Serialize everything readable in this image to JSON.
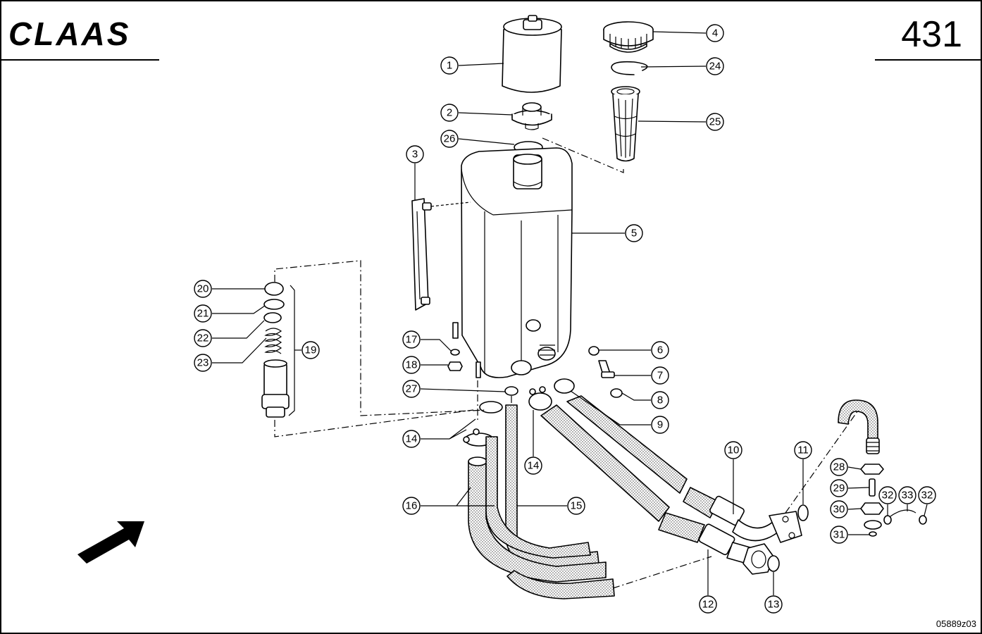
{
  "header": {
    "brand": "CLAAS",
    "page_number": "431"
  },
  "footer": {
    "drawing_ref": "05889z03"
  },
  "callouts": [
    "1",
    "2",
    "3",
    "4",
    "5",
    "6",
    "7",
    "8",
    "9",
    "10",
    "11",
    "12",
    "13",
    "14",
    "14",
    "15",
    "16",
    "17",
    "18",
    "19",
    "20",
    "21",
    "22",
    "23",
    "24",
    "25",
    "26",
    "27",
    "28",
    "29",
    "30",
    "31",
    "32",
    "33",
    "32"
  ],
  "icons": {
    "direction_arrow": "direction-arrow-icon"
  }
}
